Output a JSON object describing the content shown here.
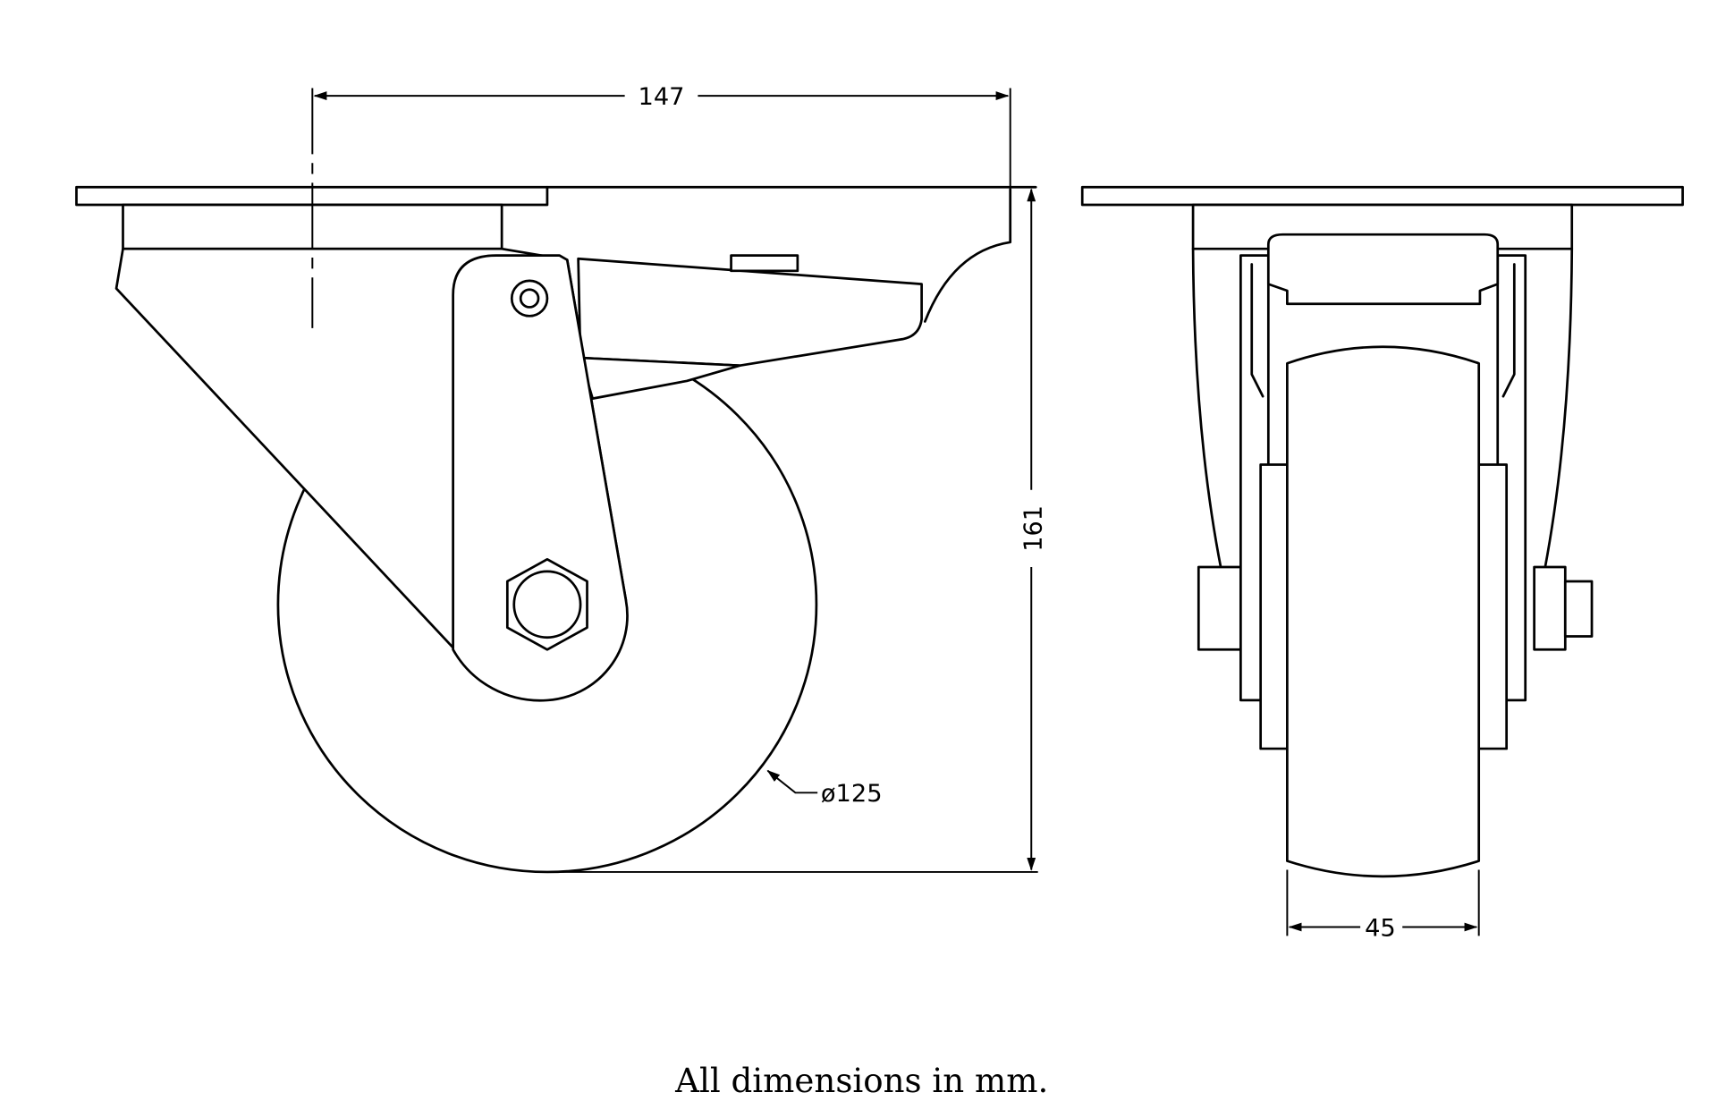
{
  "dimensions": {
    "overall_width": "147",
    "overall_height": "161",
    "wheel_diameter": "ø125",
    "wheel_width": "45"
  },
  "caption": "All dimensions in mm."
}
